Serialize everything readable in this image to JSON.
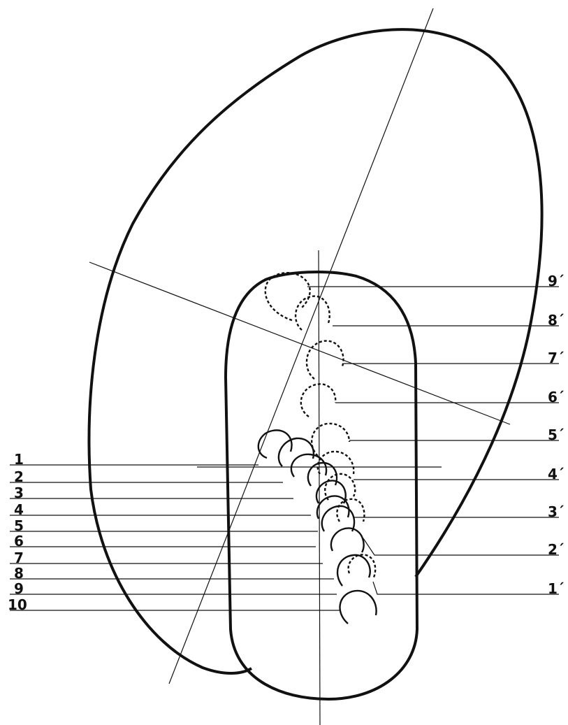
{
  "left_labels": [
    "1",
    "2",
    "3",
    "4",
    "5",
    "6",
    "7",
    "8",
    "9",
    "10"
  ],
  "right_labels": [
    "9´",
    "8´",
    "7´",
    "6´",
    "5´",
    "4´",
    "3´",
    "2´",
    "1´"
  ]
}
